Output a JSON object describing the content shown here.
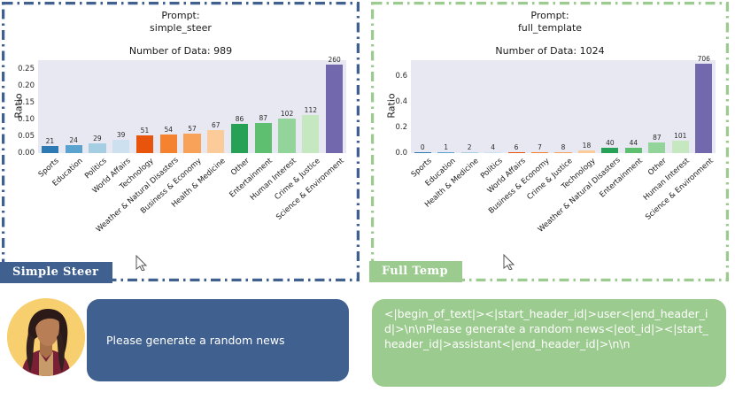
{
  "panels": {
    "left": {
      "badge": "Simple Steer",
      "accent": "#40608f"
    },
    "right": {
      "badge": "Full Temp",
      "accent": "#9ccb8f"
    }
  },
  "conversation": {
    "user_avatar": "woman-avatar",
    "left_bubble_text": "Please generate a random news",
    "right_bubble_text": "<|begin_of_text|><|start_header_id|>user<|end_header_id|>\\n\\nPlease generate a random news<|eot_id|><|start_header_id|>assistant<|end_header_id|>\\n\\n"
  },
  "chart_data": [
    {
      "type": "bar",
      "id": "simple_steer",
      "title": "Prompt:\nsimple_steer",
      "subtitle": "Number of Data: 989",
      "xlabel": "",
      "ylabel": "Ratio",
      "ylim": [
        0,
        0.275
      ],
      "yticks": [
        0.0,
        0.05,
        0.1,
        0.15,
        0.2,
        0.25
      ],
      "ytick_labels": [
        "0.00",
        "0.05",
        "0.10",
        "0.15",
        "0.20",
        "0.25"
      ],
      "grid": false,
      "legend": "none",
      "categories": [
        "Sports",
        "Education",
        "Politics",
        "World Affairs",
        "Technology",
        "Weather & Natural Disasters",
        "Business & Economy",
        "Health & Medicine",
        "Other",
        "Entertainment",
        "Human Interest",
        "Crime & Justice",
        "Science & Environment"
      ],
      "counts": [
        21,
        24,
        29,
        39,
        51,
        54,
        57,
        67,
        86,
        87,
        102,
        112,
        260
      ],
      "values": [
        0.0212,
        0.0243,
        0.0293,
        0.0394,
        0.0516,
        0.0546,
        0.0576,
        0.0677,
        0.0869,
        0.088,
        0.1031,
        0.1132,
        0.2629
      ],
      "bar_colors": [
        "#2e7ab5",
        "#5ba3cf",
        "#a6cee3",
        "#cce0f0",
        "#e8540c",
        "#f5822e",
        "#f8a159",
        "#fbcb9a",
        "#27a156",
        "#5fbf71",
        "#93d49a",
        "#c6e8c0",
        "#7268ae"
      ]
    },
    {
      "type": "bar",
      "id": "full_template",
      "title": "Prompt:\nfull_template",
      "subtitle": "Number of Data: 1024",
      "xlabel": "",
      "ylabel": "Ratio",
      "ylim": [
        0,
        0.72
      ],
      "yticks": [
        0.0,
        0.2,
        0.4,
        0.6
      ],
      "ytick_labels": [
        "0.0",
        "0.2",
        "0.4",
        "0.6"
      ],
      "grid": false,
      "legend": "none",
      "categories": [
        "Sports",
        "Education",
        "Health & Medicine",
        "Politics",
        "World Affairs",
        "Business & Economy",
        "Crime & Justice",
        "Technology",
        "Weather & Natural Disasters",
        "Entertainment",
        "Other",
        "Human Interest",
        "Science & Environment"
      ],
      "counts": [
        0,
        1,
        2,
        4,
        6,
        7,
        8,
        18,
        40,
        44,
        87,
        101,
        706
      ],
      "values": [
        0.0,
        0.00098,
        0.00195,
        0.0039,
        0.0059,
        0.0068,
        0.0078,
        0.0176,
        0.0391,
        0.043,
        0.085,
        0.0986,
        0.6895
      ],
      "bar_colors": [
        "#2e7ab5",
        "#5ba3cf",
        "#a6cee3",
        "#cce0f0",
        "#e8540c",
        "#f5822e",
        "#f8a159",
        "#fbcb9a",
        "#27a156",
        "#5fbf71",
        "#93d49a",
        "#c6e8c0",
        "#7268ae"
      ]
    }
  ]
}
